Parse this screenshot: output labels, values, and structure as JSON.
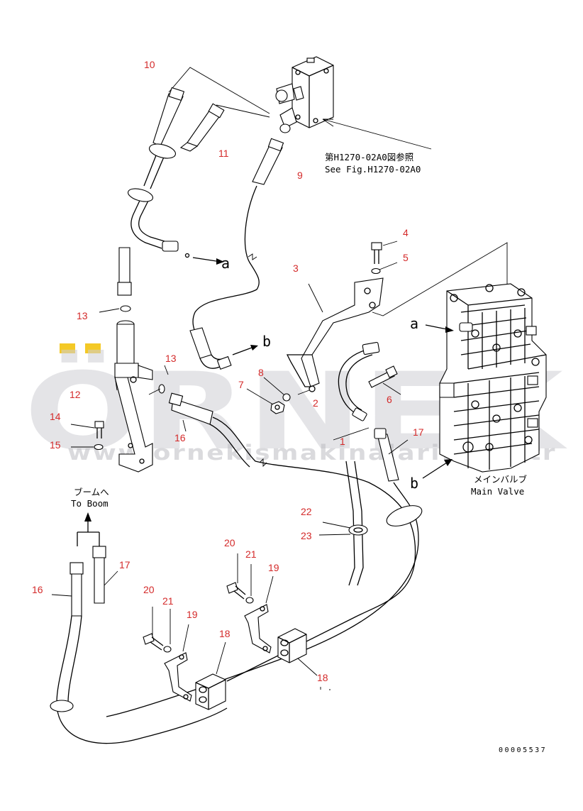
{
  "watermark": {
    "brand": "ÖRNEK",
    "url": "www.ornekismakinalari.com.tr",
    "accent_color": "#f2c000"
  },
  "callouts": {
    "n10": "10",
    "n11": "11",
    "n9": "9",
    "n4": "4",
    "n5": "5",
    "n3": "3",
    "n13a": "13",
    "n13b": "13",
    "n12": "12",
    "n14": "14",
    "n15": "15",
    "n8": "8",
    "n7": "7",
    "n2": "2",
    "n6": "6",
    "n1": "1",
    "n16a": "16",
    "n17a": "17",
    "n22": "22",
    "n23": "23",
    "n20a": "20",
    "n21a": "21",
    "n19a": "19",
    "n20b": "20",
    "n21b": "21",
    "n19b": "19",
    "n18a": "18",
    "n18b": "18",
    "n16b": "16",
    "n17b": "17"
  },
  "labels": {
    "ref_jp": "第H1270-02A0図参照",
    "ref_en": "See Fig.H1270-02A0",
    "to_boom_jp": "ブームへ",
    "to_boom_en": "To Boom",
    "main_valve_jp": "メインバルブ",
    "main_valve_en": "Main Valve",
    "conn_a1": "a",
    "conn_b1": "b",
    "conn_a2": "a",
    "conn_b2": "b",
    "figure_code": "00005537"
  }
}
